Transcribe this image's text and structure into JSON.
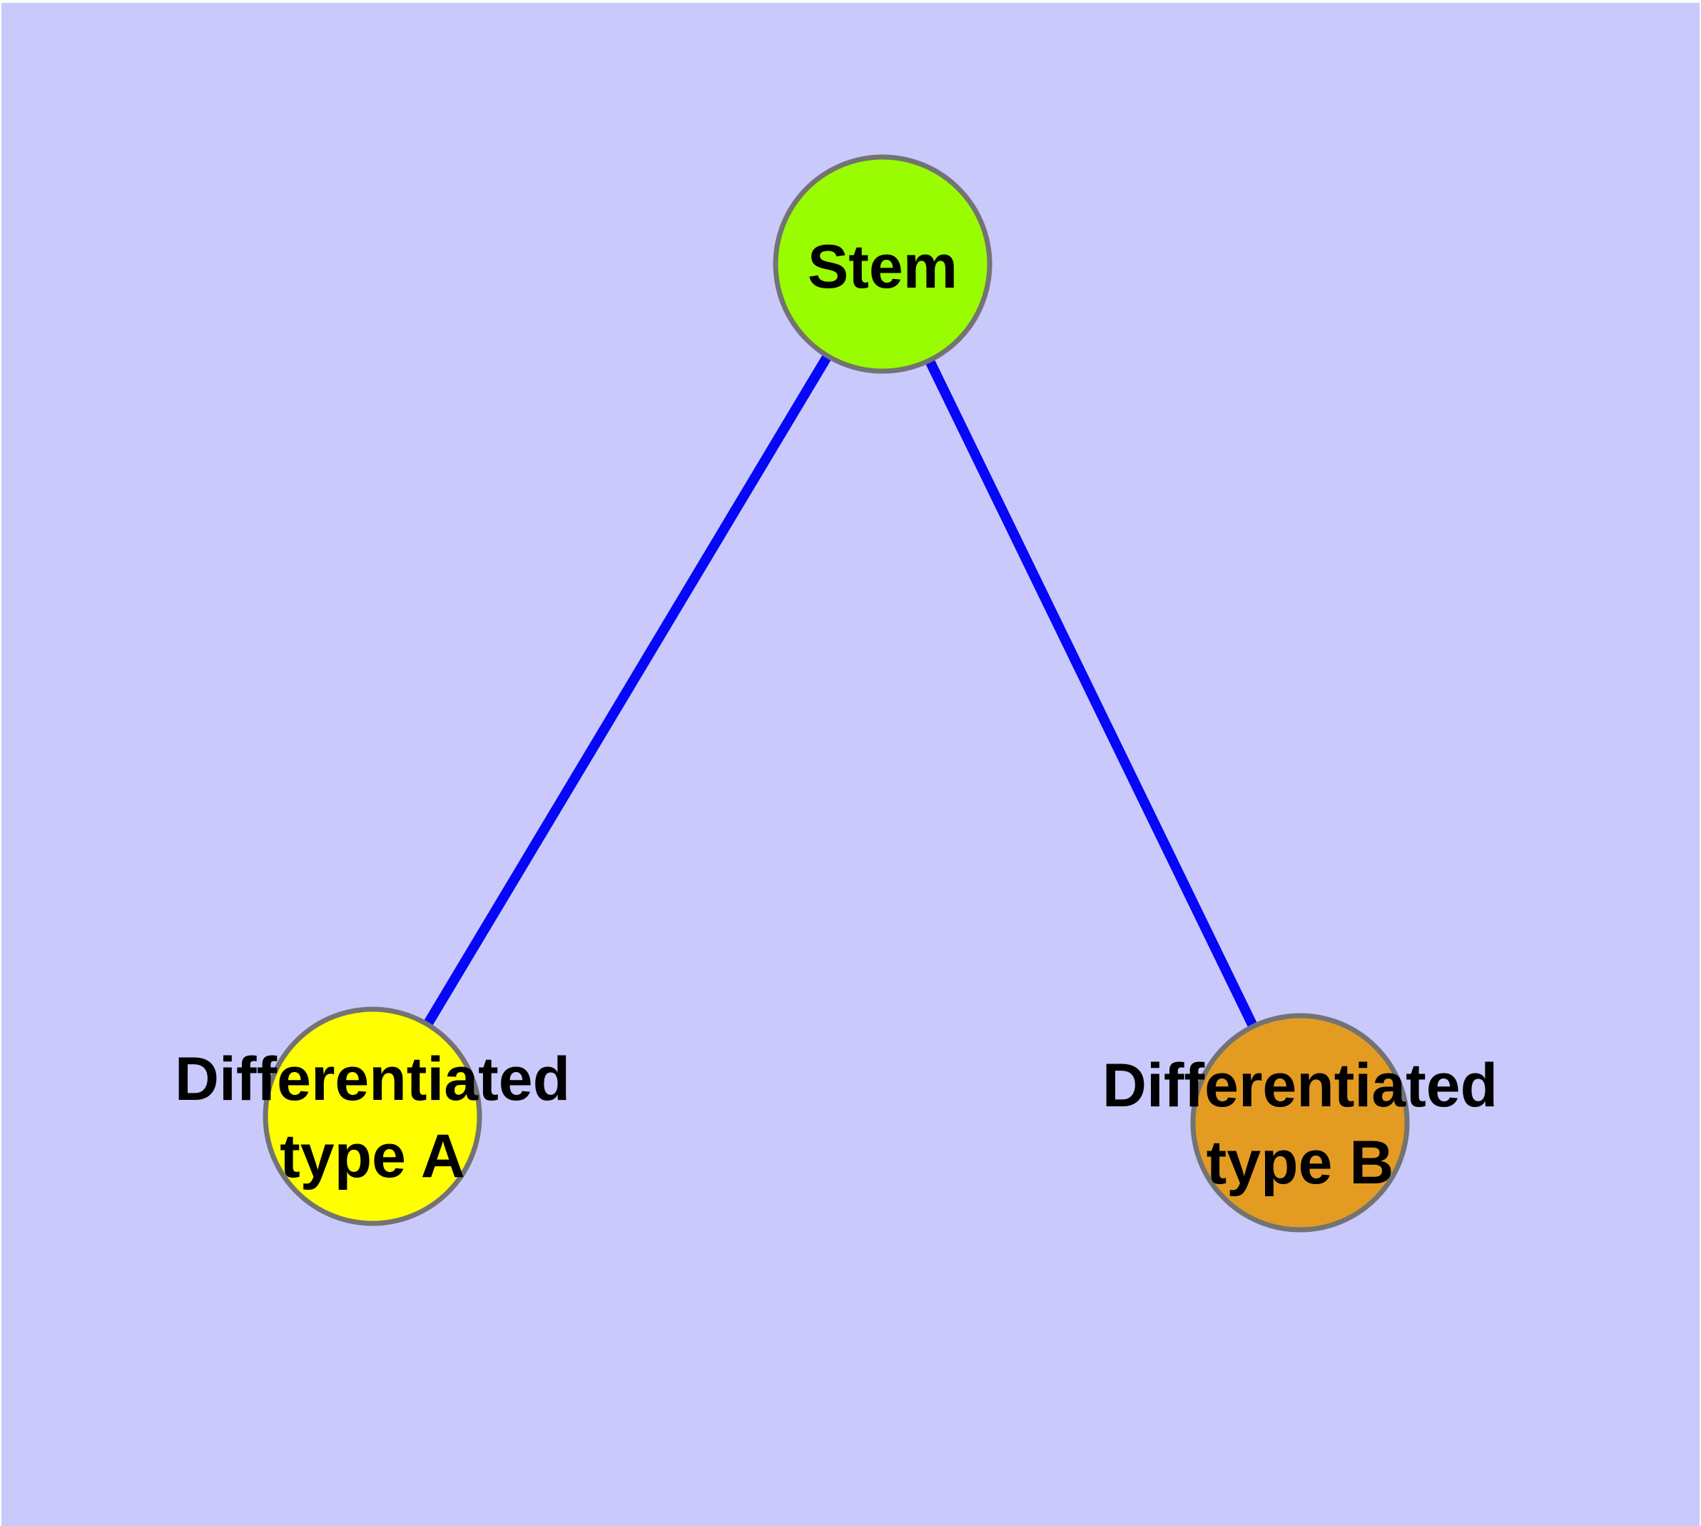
{
  "canvas": {
    "background_color": "#C9C9FB",
    "frame_color": "#FFFFFF",
    "edge_color": "#0606F8",
    "node_border_color": "#737373",
    "label_color": "#000000"
  },
  "nodes": [
    {
      "id": "stem",
      "label": "Stem",
      "color": "#9AFC00"
    },
    {
      "id": "differentiated-type-a",
      "label_line1": "Differentiated",
      "label_line2": "type A",
      "color": "#FFFF00"
    },
    {
      "id": "differentiated-type-b",
      "label_line1": "Differentiated",
      "label_line2": "type B",
      "color": "#E39B22"
    }
  ],
  "edges": [
    {
      "from": "Stem",
      "to": "Differentiated type A"
    },
    {
      "from": "Stem",
      "to": "Differentiated type B"
    }
  ]
}
